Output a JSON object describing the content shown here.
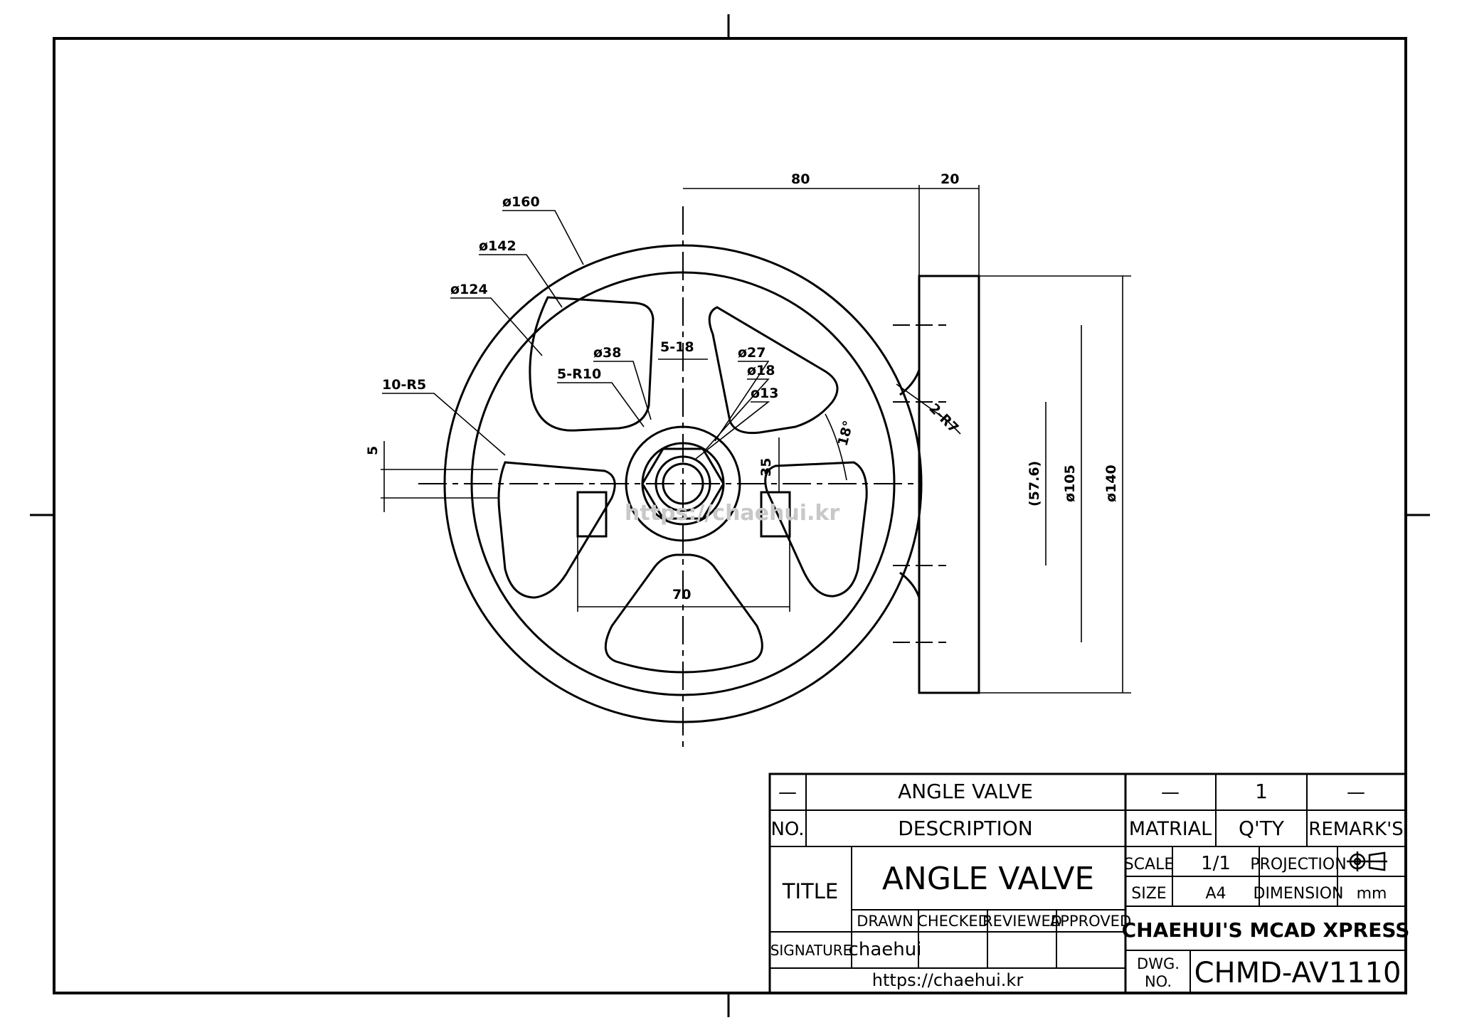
{
  "drawing": {
    "dimensions": {
      "d160": "ø160",
      "d142": "ø142",
      "d124": "ø124",
      "d38": "ø38",
      "r_5_10": "5-R10",
      "s_5_18": "5-18",
      "d27": "ø27",
      "d18": "ø18",
      "d13": "ø13",
      "r_10_5": "10-R5",
      "v5": "5",
      "v35": "35",
      "v70": "70",
      "v80": "80",
      "v20": "20",
      "angle18": "18°",
      "r_2_7": "2-R7",
      "v57_6": "(57.6)",
      "d105": "ø105",
      "d140": "ø140"
    },
    "watermark": "https://chaehui.kr"
  },
  "title_block": {
    "row1": {
      "no": "—",
      "description": "ANGLE VALVE",
      "material": "—",
      "qty": "1",
      "remarks": "—"
    },
    "headers": {
      "no": "NO.",
      "description": "DESCRIPTION",
      "material": "MATRIAL",
      "qty": "Q'TY",
      "remarks": "REMARK'S"
    },
    "title_label": "TITLE",
    "title_value": "ANGLE VALVE",
    "scale_label": "SCALE",
    "scale_value": "1/1",
    "projection_label": "PROJECTION",
    "size_label": "SIZE",
    "size_value": "A4",
    "dimension_label": "DIMENSION",
    "dimension_value": "mm",
    "drawn": "DRAWN",
    "checked": "CHECKED",
    "reviewed": "REVIEWED",
    "approved": "APPROVED",
    "signature_label": "SIGNATURE",
    "signature_value": "chaehui",
    "company": "CHAEHUI'S MCAD XPRESS",
    "url": "https://chaehui.kr",
    "dwg_no_label_1": "DWG.",
    "dwg_no_label_2": "NO.",
    "dwg_no": "CHMD-AV1110"
  }
}
